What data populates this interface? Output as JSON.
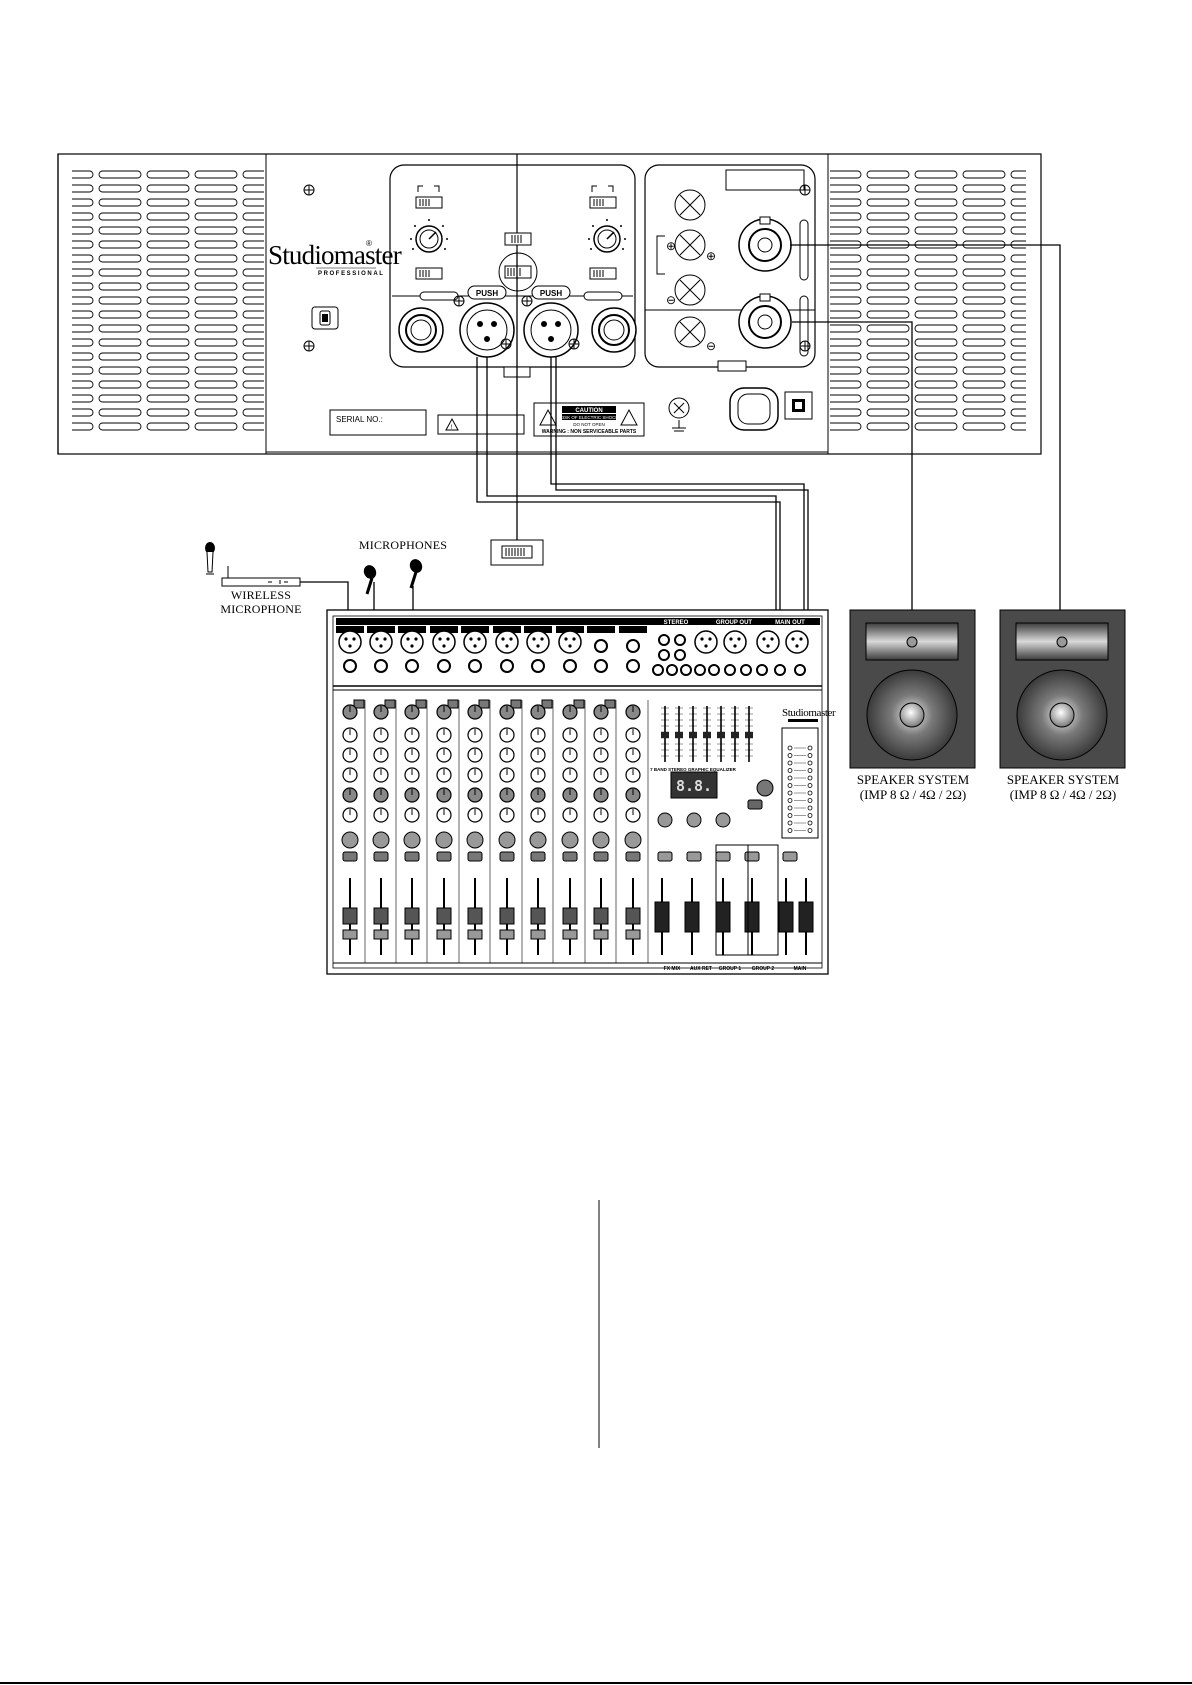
{
  "amplifier": {
    "brand": "Studiomaster",
    "brand_sub": "PROFESSIONAL",
    "serial_label": "SERIAL NO.:",
    "push_label": "PUSH",
    "caution_title": "CAUTION",
    "caution_line1": "RISK OF ELECTRIC SHOCK",
    "caution_line2": "DO NOT OPEN",
    "caution_warning": "WARNING : NON SERVICEABLE PARTS"
  },
  "labels": {
    "microphones": "MICROPHONES",
    "wireless_line1": "WIRELESS",
    "wireless_line2": "MICROPHONE"
  },
  "mixer": {
    "brand": "Studiomaster",
    "display": "8.8.",
    "eq_title": "7 BAND STEREO GRAPHIC EQUALIZER",
    "section_labels": [
      "FX MIX",
      "AUX RET",
      "GROUP 1",
      "GROUP 2",
      "MAIN"
    ],
    "header_labels": [
      "STEREO",
      "GROUP OUT",
      "MAIN OUT"
    ]
  },
  "speakers": [
    {
      "line1": "SPEAKER SYSTEM",
      "line2": "(IMP 8 Ω / 4Ω / 2Ω)"
    },
    {
      "line1": "SPEAKER SYSTEM",
      "line2": "(IMP 8 Ω / 4Ω / 2Ω)"
    }
  ],
  "colors": {
    "line": "#000000",
    "panel": "#ffffff",
    "speaker_body": "#4a4a4a"
  }
}
